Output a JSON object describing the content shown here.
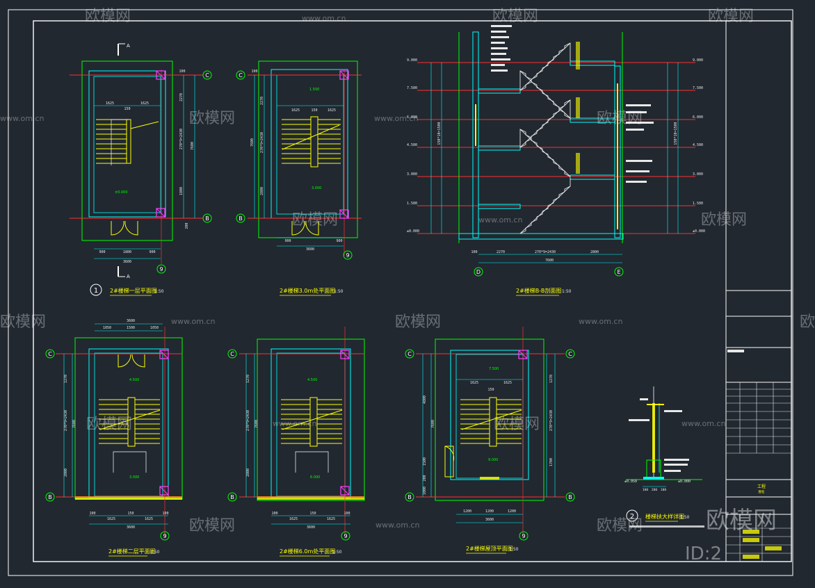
{
  "watermark": {
    "brand": "欧模网",
    "domain": "www.om.cn",
    "id": "ID:2"
  },
  "panels": {
    "p1": {
      "num": "1",
      "title": "2#楼梯一层平面图",
      "scale": "1:50",
      "dims_bottom": [
        "900",
        "1800",
        "900"
      ],
      "total": "3600",
      "dims_right": [
        "2270",
        "270*9=2430",
        "1800",
        "7600",
        "200",
        "100"
      ],
      "dims_top": [
        "1625",
        "150",
        "1625"
      ],
      "level": "±0.000",
      "grid_top": "C",
      "grid_bottom": "B",
      "grid_axis": "9",
      "cut": "A"
    },
    "p2": {
      "title": "2#楼梯3.0m处平面图",
      "scale": "1:50",
      "dims_bottom": [
        "900",
        "900"
      ],
      "total": "3600",
      "dims_top": [
        "1625",
        "150",
        "1625"
      ],
      "level_top": "1.500",
      "level": "3.000",
      "dims_left": [
        "2270",
        "270*9=2430",
        "7600",
        "2800",
        "100"
      ],
      "grid_top": "C",
      "grid_bottom": "B",
      "grid_axis": "9"
    },
    "p3": {
      "title": "2#楼梯B-B剖面图",
      "scale": "1:50",
      "levels_left": [
        "9.000",
        "7.500",
        "6.000",
        "4.500",
        "3.000",
        "1.500",
        "±0.000"
      ],
      "levels_right": [
        "9.000",
        "7.500",
        "6.000",
        "4.500",
        "3.000",
        "1.500",
        "±0.000"
      ],
      "dims_bottom": [
        "2270",
        "270*9=2430",
        "2800"
      ],
      "total": "7600",
      "left_dim": "100",
      "grid_left": "D",
      "grid_right": "E",
      "riser": "150*10=1500"
    },
    "p4": {
      "title": "2#楼梯二层平面图",
      "scale": "1:50",
      "dims_top": [
        "1050",
        "1500",
        "1050"
      ],
      "total_top": "3600",
      "dims_bottom": [
        "100",
        "1625",
        "150",
        "1625",
        "100"
      ],
      "total": "3600",
      "level_top": "4.500",
      "level": "3.000",
      "dims_left": [
        "1270",
        "270*9=2430",
        "7600",
        "2800"
      ],
      "grid_top": "C",
      "grid_bottom": "B",
      "grid_axis": "9"
    },
    "p5": {
      "title": "2#楼梯6.0m处平面图",
      "scale": "1:50",
      "dims_bottom": [
        "100",
        "1625",
        "150",
        "1625",
        "100"
      ],
      "total": "3600",
      "level_top": "4.500",
      "level": "6.000",
      "dims_left": [
        "1270",
        "270*9=2430",
        "7600",
        "2800"
      ],
      "grid_top": "C",
      "grid_bottom": "B",
      "grid_axis": "9"
    },
    "p6": {
      "title": "2#楼梯屋顶平面图",
      "scale": "1:50",
      "dims_top": [
        "1625",
        "150",
        "1625"
      ],
      "level_top": "7.500",
      "level": "9.000",
      "dims_bottom": [
        "1200",
        "1200",
        "1200"
      ],
      "total": "3600",
      "dims_left": [
        "4800",
        "7600",
        "1500",
        "200",
        "1000"
      ],
      "dims_right": [
        "1270",
        "270*9=2430",
        "1700"
      ],
      "grid_top": "C",
      "grid_bottom": "B",
      "grid_axis": "9"
    },
    "p7": {
      "num": "2",
      "title": "楼梯扶大样详图",
      "scale": "1:50",
      "levels": [
        "±0.050",
        "±0.000"
      ],
      "dims": [
        "100",
        "200",
        "100"
      ]
    }
  },
  "title_block": {
    "label_1": "工程",
    "label_2": "图名"
  },
  "colors": {
    "bg": "#212830",
    "border": "#ffffff",
    "wall": "#00ff00",
    "grid": "#ff3030",
    "dim": "#00ffff",
    "stair": "#ffff00",
    "accent": "#ff40ff",
    "text": "#e8e8e8"
  }
}
